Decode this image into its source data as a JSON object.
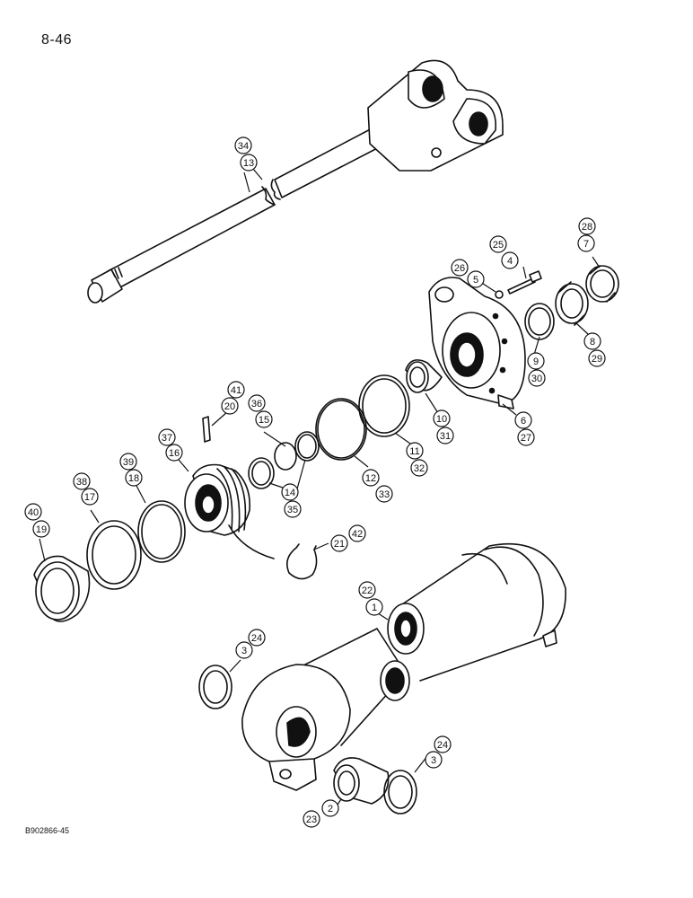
{
  "page_number": "8-46",
  "figure_code": "B902866-45",
  "callouts": [
    {
      "label": "34"
    },
    {
      "label": "13"
    },
    {
      "label": "28"
    },
    {
      "label": "7"
    },
    {
      "label": "25"
    },
    {
      "label": "4"
    },
    {
      "label": "26"
    },
    {
      "label": "5"
    },
    {
      "label": "9"
    },
    {
      "label": "30"
    },
    {
      "label": "8"
    },
    {
      "label": "29"
    },
    {
      "label": "6"
    },
    {
      "label": "27"
    },
    {
      "label": "10"
    },
    {
      "label": "31"
    },
    {
      "label": "11"
    },
    {
      "label": "32"
    },
    {
      "label": "12"
    },
    {
      "label": "33"
    },
    {
      "label": "41"
    },
    {
      "label": "20"
    },
    {
      "label": "36"
    },
    {
      "label": "15"
    },
    {
      "label": "14"
    },
    {
      "label": "35"
    },
    {
      "label": "37"
    },
    {
      "label": "16"
    },
    {
      "label": "39"
    },
    {
      "label": "18"
    },
    {
      "label": "38"
    },
    {
      "label": "17"
    },
    {
      "label": "40"
    },
    {
      "label": "19"
    },
    {
      "label": "21"
    },
    {
      "label": "42"
    },
    {
      "label": "22"
    },
    {
      "label": "1"
    },
    {
      "label": "24"
    },
    {
      "label": "3"
    },
    {
      "label": "24"
    },
    {
      "label": "3"
    },
    {
      "label": "23"
    },
    {
      "label": "2"
    }
  ],
  "colors": {
    "ink": "#111111",
    "paper": "#ffffff"
  }
}
